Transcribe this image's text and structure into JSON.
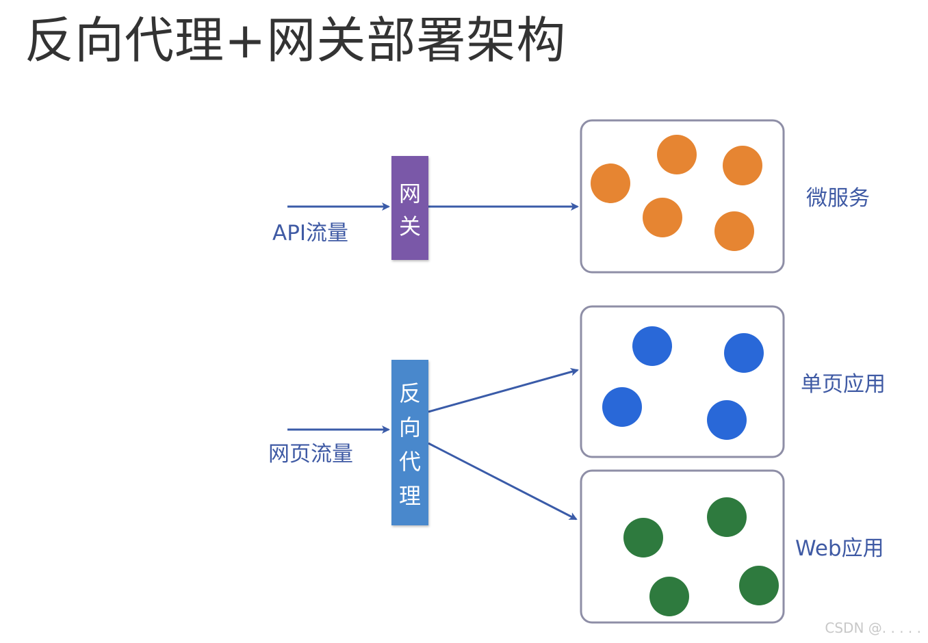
{
  "title": "反向代理+网关部署架构",
  "colors": {
    "arrow": "#3a5ba8",
    "label_text": "#3f5aa4",
    "gateway_fill": "#7a58a8",
    "proxy_fill": "#4a88cc",
    "box_border": "#8e8ea6",
    "microservice_dot": "#e68532",
    "spa_dot": "#2968d8",
    "web_dot": "#2e7a3e"
  },
  "inputs": {
    "api_traffic": "API流量",
    "web_traffic": "网页流量"
  },
  "nodes": {
    "gateway_chars": [
      "网",
      "关"
    ],
    "proxy_chars": [
      "反",
      "向",
      "代",
      "理"
    ]
  },
  "clusters": {
    "microservices": {
      "label": "微服务",
      "instance_count": 5
    },
    "single_page_apps": {
      "label": "单页应用",
      "instance_count": 4
    },
    "web_apps": {
      "label": "Web应用",
      "instance_count": 4
    }
  },
  "watermark": "CSDN @. . . . ."
}
